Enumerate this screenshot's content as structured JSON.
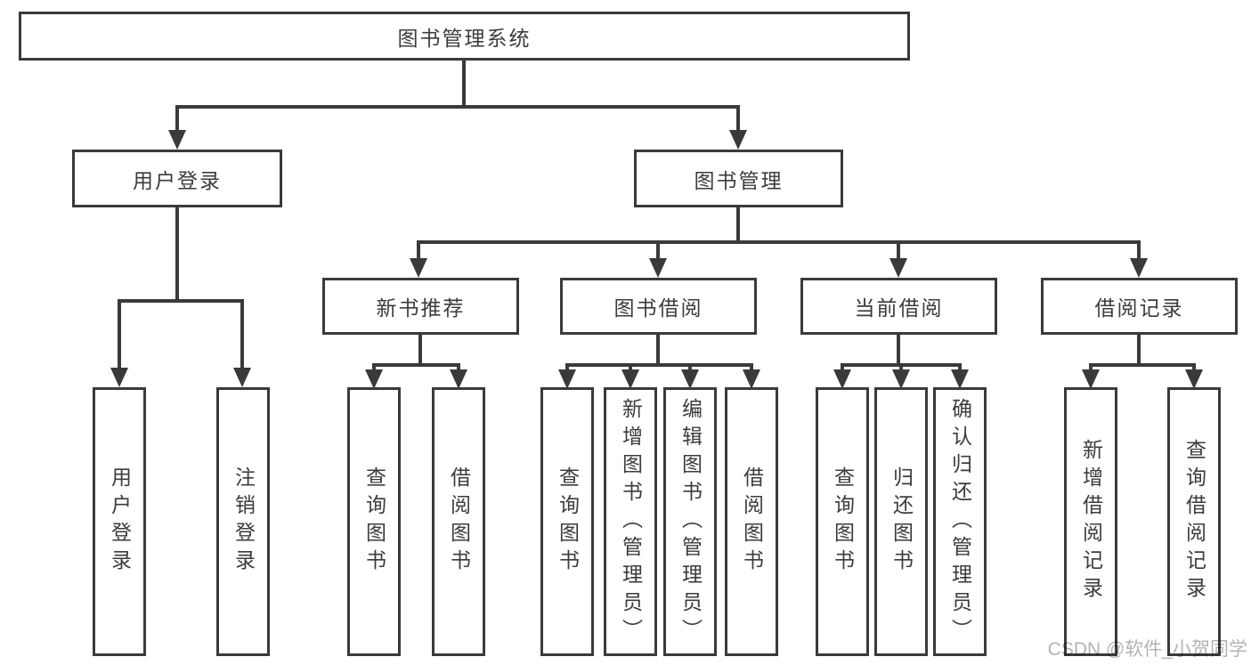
{
  "diagram": {
    "title": "图书管理系统",
    "branches": [
      {
        "label": "用户登录",
        "children": [
          {
            "label": "用户登录"
          },
          {
            "label": "注销登录"
          }
        ]
      },
      {
        "label": "图书管理",
        "children": [
          {
            "label": "新书推荐",
            "children": [
              {
                "label": "查询图书"
              },
              {
                "label": "借阅图书"
              }
            ]
          },
          {
            "label": "图书借阅",
            "children": [
              {
                "label": "查询图书"
              },
              {
                "label": "新增图书（管理员）"
              },
              {
                "label": "编辑图书（管理员）"
              },
              {
                "label": "借阅图书"
              }
            ]
          },
          {
            "label": "当前借阅",
            "children": [
              {
                "label": "查询图书"
              },
              {
                "label": "归还图书"
              },
              {
                "label": "确认归还（管理员）"
              }
            ]
          },
          {
            "label": "借阅记录",
            "children": [
              {
                "label": "新增借阅记录"
              },
              {
                "label": "查询借阅记录"
              }
            ]
          }
        ]
      }
    ]
  },
  "watermark": "CSDN @软件_小贺同学",
  "colors": {
    "line": "#3a3a3a",
    "text": "#3c3c3c",
    "background": "#ffffff",
    "watermark": "#b3b3b3"
  }
}
